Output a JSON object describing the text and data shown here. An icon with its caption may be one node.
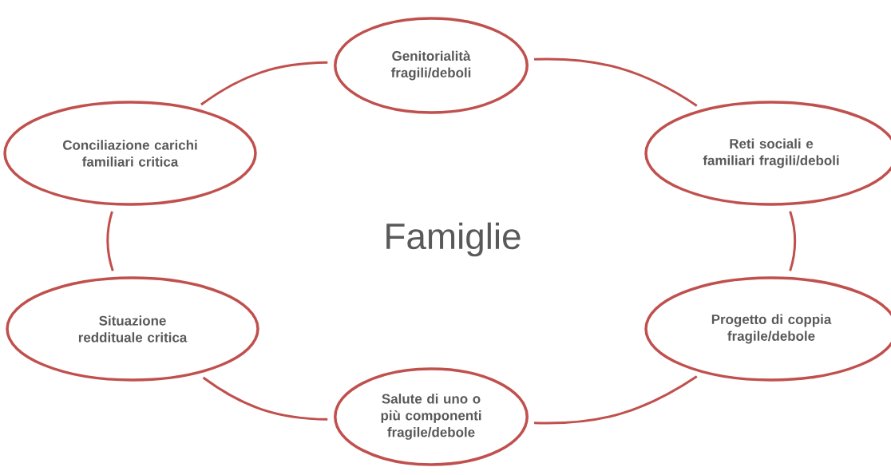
{
  "diagram": {
    "nodes": [
      {
        "text": [
          "Genitorialità fragili/deboli"
        ]
      },
      {
        "text": [
          "Conciliazione carichi familiari critica"
        ]
      },
      {
        "text": [
          "Reti sociali e familiari fragili/deboli"
        ]
      },
      {
        "text": [
          "Situazione reddituale critica"
        ]
      },
      {
        "text": [
          "Progetto di coppia fragile/debole"
        ]
      },
      {
        "text": [
          "Salute di uno o più componenti fragile/debole"
        ]
      }
    ],
    "edges": [
      {
        "from": 0,
        "to": 2,
        "arrow": "none"
      },
      {
        "from": 2,
        "to": 4,
        "arrow": "none"
      },
      {
        "from": 4,
        "to": 5,
        "arrow": "none"
      },
      {
        "from": 5,
        "to": 3,
        "arrow": "none"
      },
      {
        "from": 3,
        "to": 1,
        "arrow": "none"
      },
      {
        "from": 1,
        "to": 0,
        "arrow": "none"
      }
    ],
    "labels": [
      "Famiglie"
    ]
  }
}
